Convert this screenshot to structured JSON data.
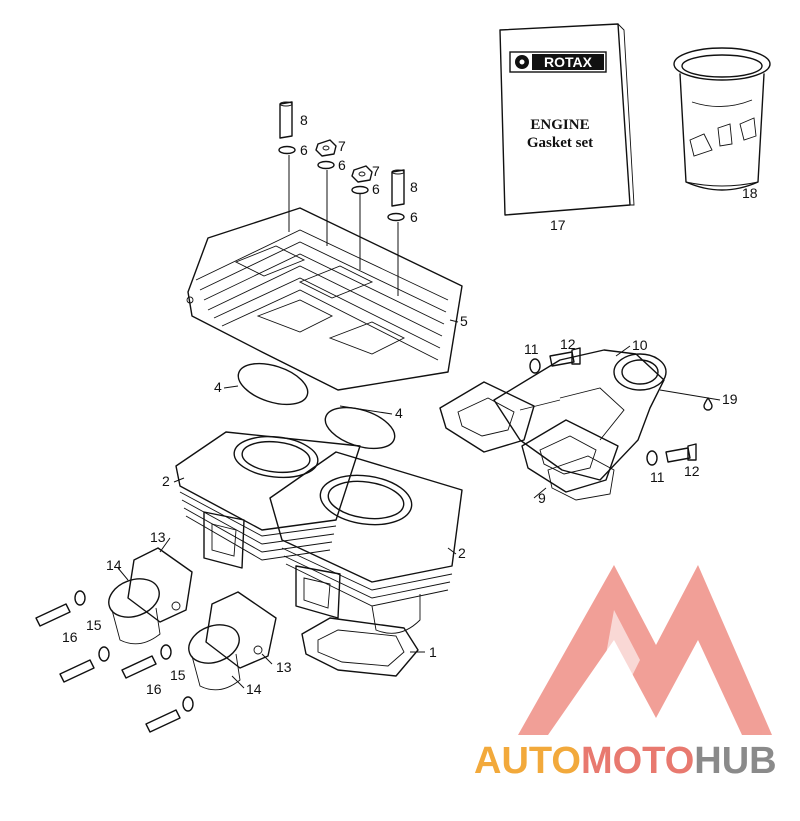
{
  "callouts": {
    "c1": "1",
    "c2a": "2",
    "c2b": "2",
    "c4a": "4",
    "c4b": "4",
    "c5": "5",
    "c6a": "6",
    "c6b": "6",
    "c6c": "6",
    "c6d": "6",
    "c7a": "7",
    "c7b": "7",
    "c8a": "8",
    "c8b": "8",
    "c9": "9",
    "c10": "10",
    "c11a": "11",
    "c11b": "11",
    "c12a": "12",
    "c12b": "12",
    "c13a": "13",
    "c13b": "13",
    "c14a": "14",
    "c14b": "14",
    "c15a": "15",
    "c15b": "15",
    "c16a": "16",
    "c16b": "16",
    "c17": "17",
    "c18": "18",
    "c19": "19"
  },
  "manual": {
    "brand": "ROTAX",
    "line1": "ENGINE",
    "line2": "Gasket set"
  },
  "watermark": {
    "part1": "AUTO",
    "part2": "MOTO",
    "part3": "HUB",
    "colors": {
      "red": "#e8796f",
      "orange": "#f2a93b",
      "grey": "#8a8a8a"
    }
  }
}
